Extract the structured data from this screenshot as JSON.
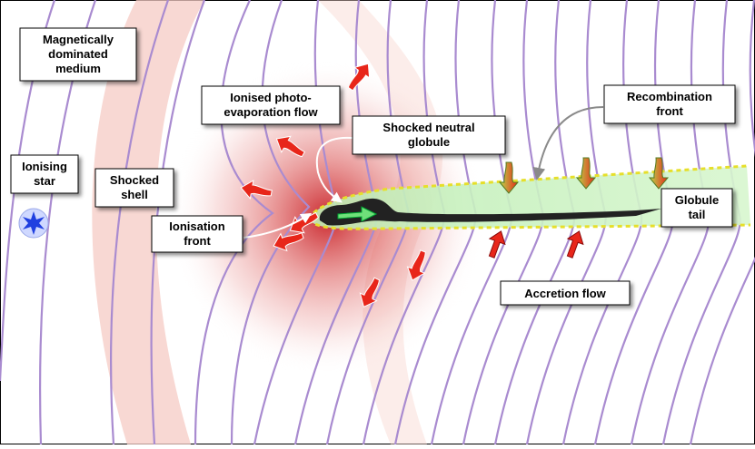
{
  "labels": {
    "medium": [
      "Magnetically",
      "dominated",
      "medium"
    ],
    "star": [
      "Ionising",
      "star"
    ],
    "shell": [
      "Shocked",
      "shell"
    ],
    "photo_flow": [
      "Ionised photo-",
      "evaporation flow"
    ],
    "neutral_globule": [
      "Shocked neutral",
      "globule"
    ],
    "ionisation_front": [
      "Ionisation",
      "front"
    ],
    "recombination_front": [
      "Recombination",
      "front"
    ],
    "globule_tail": [
      "Globule",
      "tail"
    ],
    "accretion_flow": [
      "Accretion flow"
    ]
  },
  "colors": {
    "field_lines": "#a98bd0",
    "shell": "#f4c7c0",
    "glow": "#d13a3a",
    "tail_fill": "#c9f0c0",
    "tail_border": "#e8e02a",
    "globule": "#222222",
    "star": "#1f3fe0",
    "flow_arrow": "#e8261a",
    "accretion_arrow_tip": "#8ccf58"
  }
}
